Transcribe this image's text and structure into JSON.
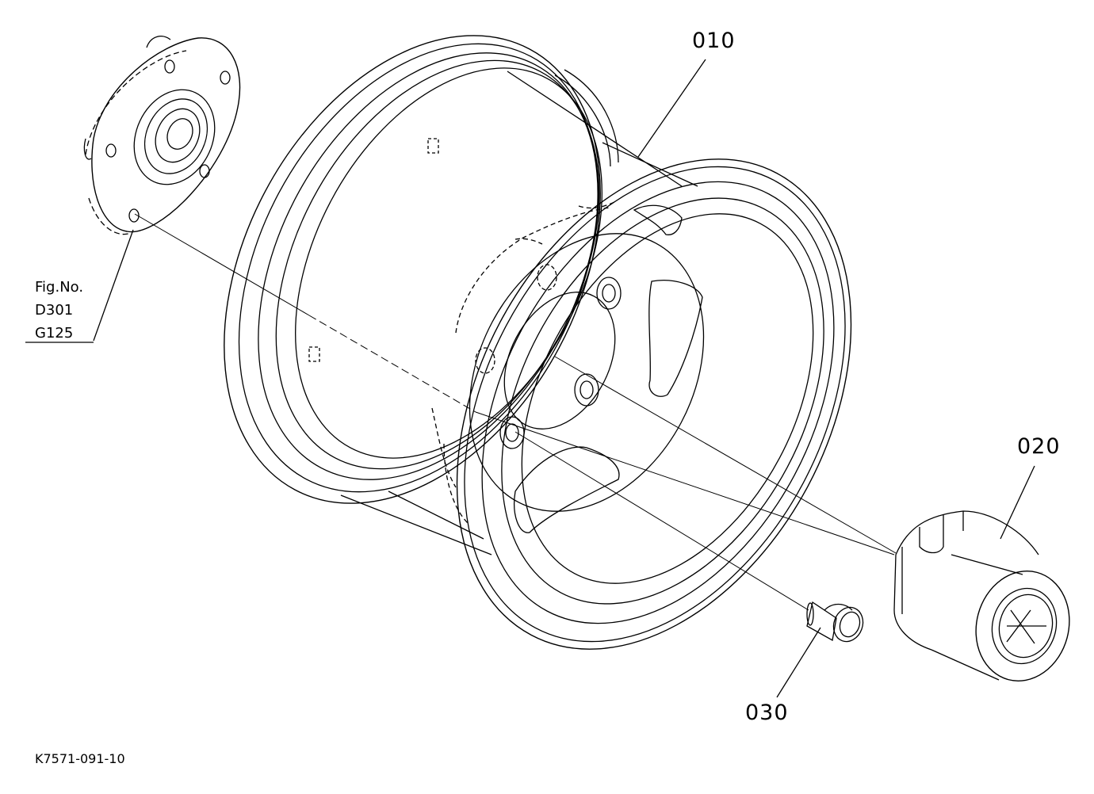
{
  "callouts": {
    "wheel_rim": "010",
    "hub_cap": "020",
    "wheel_bolt": "030"
  },
  "figure_reference": {
    "line1": "Fig.No.",
    "line2": "D301",
    "line3": "G125"
  },
  "document_id": "K7571-091-10"
}
